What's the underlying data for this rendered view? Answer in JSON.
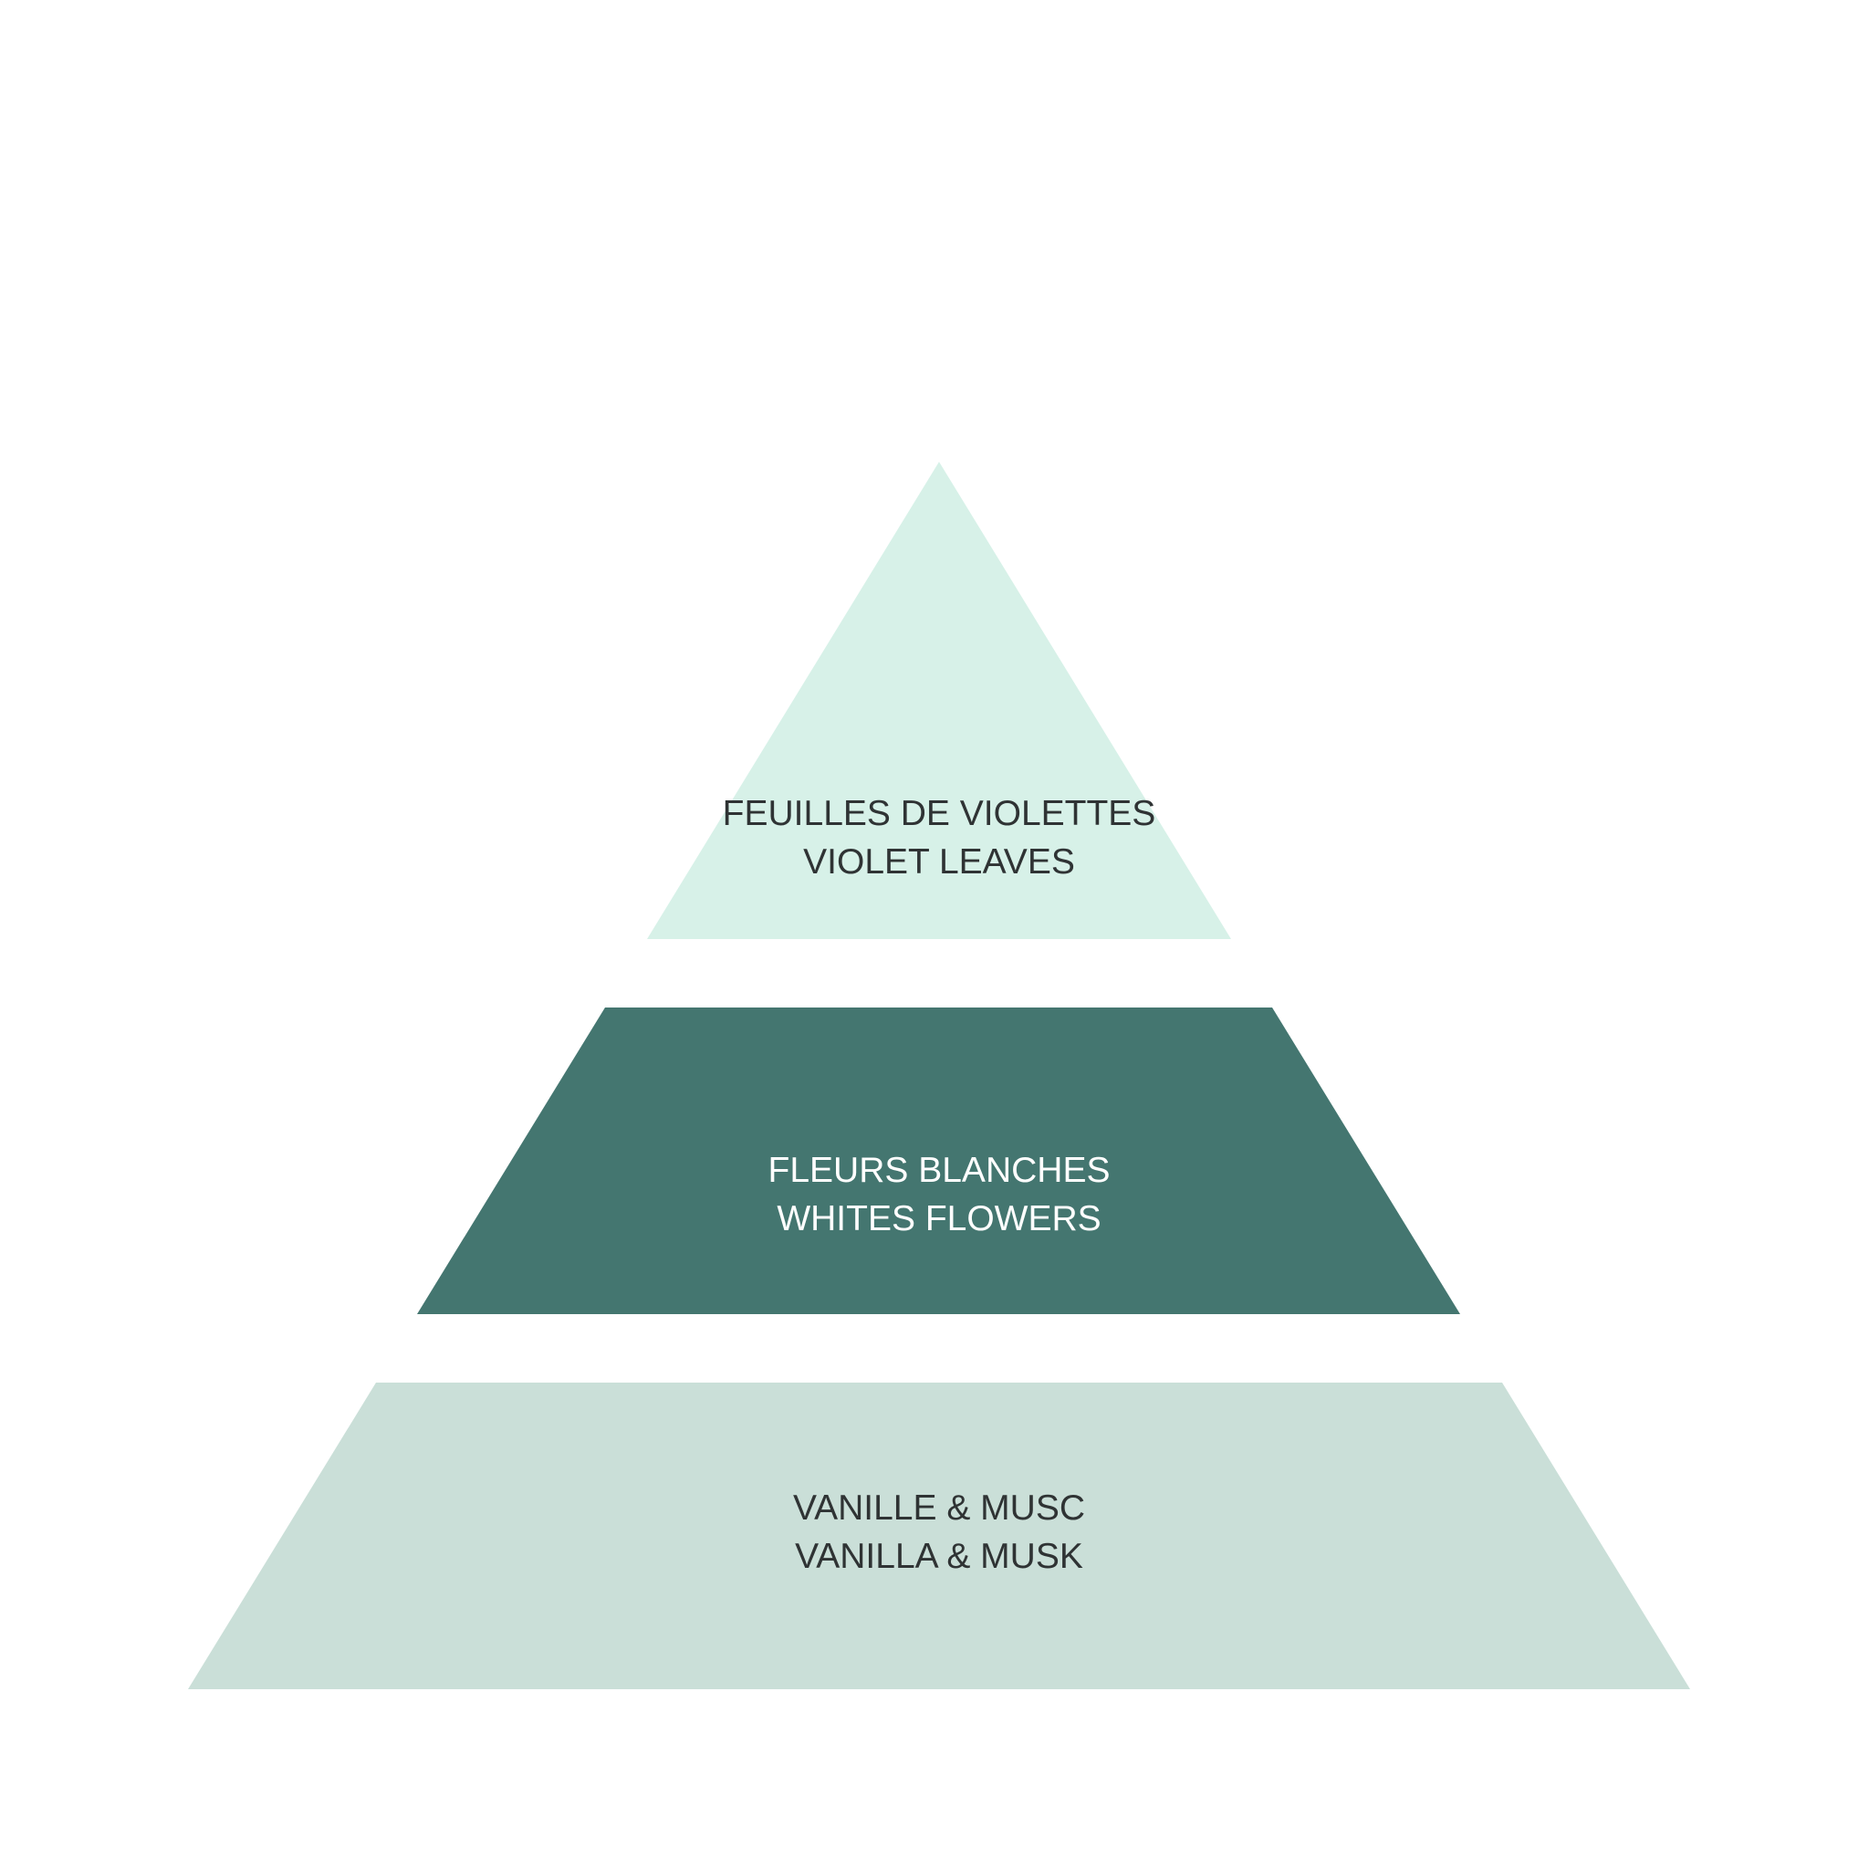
{
  "pyramid": {
    "top": {
      "line1": "FEUILLES DE VIOLETTES",
      "line2": "VIOLET LEAVES",
      "fill": "#d7f1e8",
      "text_color": "#2f3334"
    },
    "middle": {
      "line1": "FLEURS BLANCHES",
      "line2": "WHITES FLOWERS",
      "fill": "#447670",
      "text_color": "#ffffff"
    },
    "bottom": {
      "line1": "VANILLE & MUSC",
      "line2": "VANILLA & MUSK",
      "fill": "#cadfd8",
      "text_color": "#2f3334"
    }
  }
}
